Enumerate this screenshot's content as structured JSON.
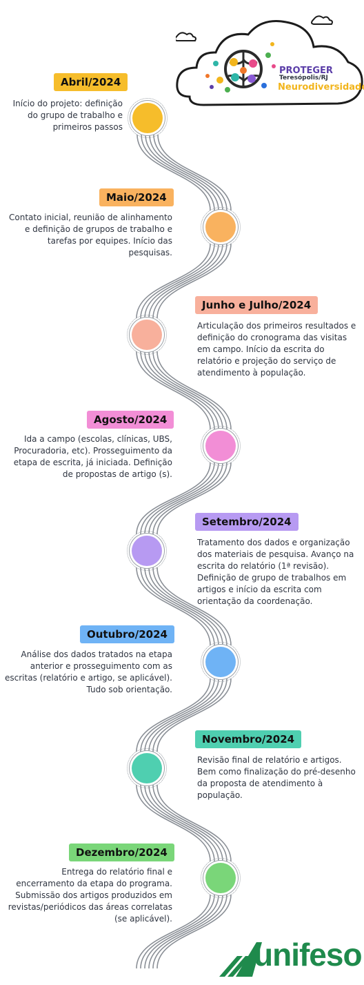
{
  "header": {
    "project": "PROTEGER",
    "location": "Teresópolis/RJ",
    "theme": "Neurodiversidade"
  },
  "timeline": [
    {
      "period": "Abril/2024",
      "color": "#f6bd2b",
      "tag_color": "#f6bd2b",
      "text": "Início do projeto: definição do grupo de trabalho e primeiros passos"
    },
    {
      "period": "Maio/2024",
      "color": "#f9b25f",
      "tag_color": "#f9b25f",
      "text": "Contato inicial, reunião de alinhamento e definição de grupos de trabalho e tarefas por equipes. Início das pesquisas."
    },
    {
      "period": "Junho e Julho/2024",
      "color": "#f8b09c",
      "tag_color": "#f8b09c",
      "text": "Articulação dos primeiros resultados e definição do cronograma das visitas em campo. Início da escrita do relatório e projeção do serviço de atendimento à população."
    },
    {
      "period": "Agosto/2024",
      "color": "#f28ed6",
      "tag_color": "#f28ed6",
      "text": "Ida a campo (escolas, clínicas, UBS, Procuradoria, etc). Prosseguimento da etapa de escrita, já iniciada. Definição de propostas de artigo (s)."
    },
    {
      "period": "Setembro/2024",
      "color": "#b79af2",
      "tag_color": "#b79af2",
      "text": "Tratamento dos dados e organização dos materiais de pesquisa. Avanço na escrita do relatório (1ª revisão). Definição de grupo de trabalhos em artigos e início da escrita com orientação da coordenação."
    },
    {
      "period": "Outubro/2024",
      "color": "#6fb3f5",
      "tag_color": "#6fb3f5",
      "text": "Análise dos dados tratados na etapa anterior e prosseguimento com as escritas (relatório e artigo, se aplicável). Tudo sob orientação."
    },
    {
      "period": "Novembro/2024",
      "color": "#4fcfb0",
      "tag_color": "#4fcfb0",
      "text": "Revisão final de relatório e artigos. Bem como finalização do pré-desenho da proposta de atendimento à população."
    },
    {
      "period": "Dezembro/2024",
      "color": "#7ad679",
      "tag_color": "#7ad679",
      "text": "Entrega do relatório final e encerramento da etapa do programa. Submissão dos artigos produzidos em revistas/periódicos das áreas correlatas (se aplicável)."
    }
  ],
  "footer": {
    "logo_text": "unifeso"
  }
}
